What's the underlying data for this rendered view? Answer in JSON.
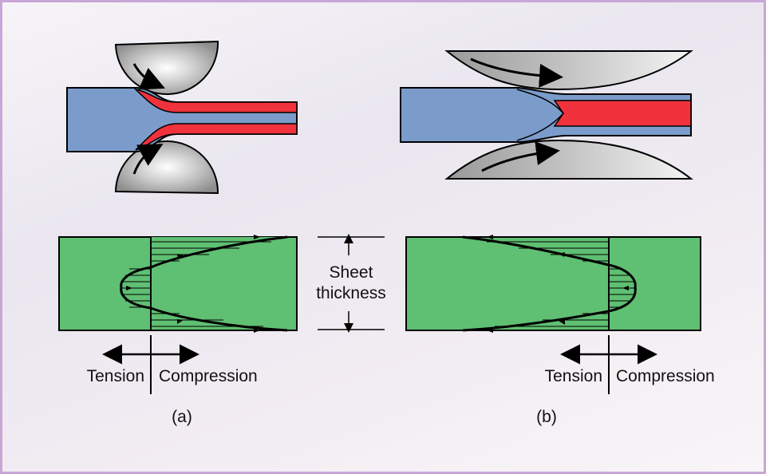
{
  "labels": {
    "sheet_thickness_line1": "Sheet",
    "sheet_thickness_line2": "thickness",
    "tension_a": "Tension",
    "compression_a": "Compression",
    "tension_b": "Tension",
    "compression_b": "Compression",
    "caption_a": "(a)",
    "caption_b": "(b)"
  },
  "colors": {
    "sheet_blue": "#7b9ccb",
    "deformed_red": "#f0323c",
    "stress_green": "#5fbf72",
    "roll_gray": "#b8b8b8",
    "frame_border": "#c9a6d6"
  }
}
